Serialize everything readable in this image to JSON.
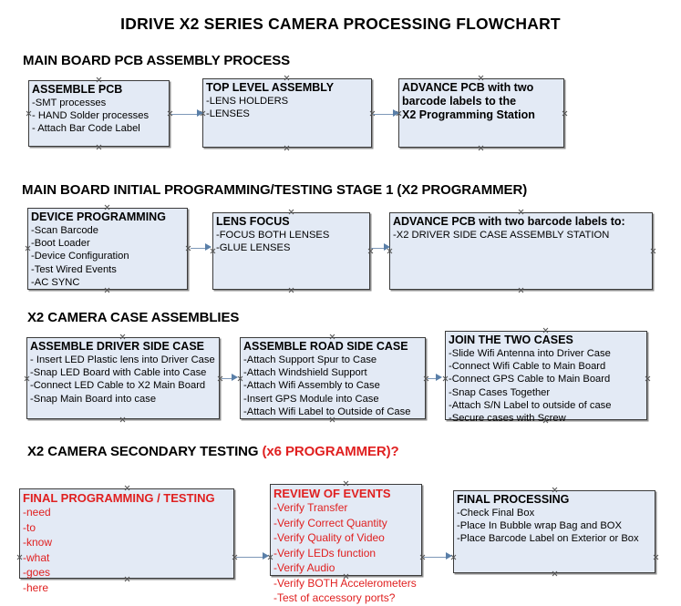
{
  "document": {
    "title": "IDRIVE X2  SERIES CAMERA PROCESSING FLOWCHART"
  },
  "sections": [
    {
      "heading": "MAIN BOARD PCB ASSEMBLY PROCESS",
      "heading_accent": "",
      "nodes": [
        {
          "title": "ASSEMBLE PCB",
          "lines": [
            " -SMT processes",
            "- HAND Solder processes",
            "- Attach Bar Code Label"
          ],
          "color": "blue"
        },
        {
          "title": "TOP LEVEL ASSEMBLY",
          "lines": [
            "-LENS HOLDERS",
            "-LENSES"
          ],
          "color": "blue"
        },
        {
          "title": "ADVANCE PCB with two",
          "lines": [
            "barcode labels to the",
            " X2 Programming Station"
          ],
          "color": "blue"
        }
      ]
    },
    {
      "heading": "MAIN BOARD INITIAL PROGRAMMING/TESTING STAGE 1 (X2 PROGRAMMER)",
      "heading_accent": "",
      "nodes": [
        {
          "title": "DEVICE PROGRAMMING",
          "lines": [
            "-Scan Barcode",
            "-Boot Loader",
            "-Device Configuration",
            "-Test Wired Events",
            "-AC SYNC"
          ],
          "color": "blue"
        },
        {
          "title": "LENS FOCUS",
          "lines": [
            "-FOCUS BOTH LENSES",
            "-GLUE LENSES"
          ],
          "color": "blue"
        },
        {
          "title": "ADVANCE PCB with two barcode labels to:",
          "lines": [
            "-X2 DRIVER  SIDE  CASE  ASSEMBLY STATION"
          ],
          "color": "blue"
        }
      ]
    },
    {
      "heading": "X2 CAMERA CASE ASSEMBLIES",
      "heading_accent": "",
      "nodes": [
        {
          "title": "ASSEMBLE DRIVER SIDE CASE",
          "lines": [
            "- Insert LED Plastic lens into Driver Case",
            "-Snap LED Board with Cable into Case",
            "-Connect LED Cable to X2 Main Board",
            "-Snap Main Board into case"
          ],
          "color": "blue"
        },
        {
          "title": "ASSEMBLE ROAD SIDE CASE",
          "lines": [
            "-Attach Support Spur to Case",
            "-Attach Windshield Support",
            "-Attach Wifi Assembly to Case",
            "-Insert GPS Module into Case",
            "-Attach Wifi Label to Outside of Case"
          ],
          "color": "blue"
        },
        {
          "title": "JOIN THE TWO CASES",
          "lines": [
            "-Slide Wifi Antenna into Driver Case",
            "-Connect Wifi Cable to Main Board",
            "-Connect GPS Cable to Main Board",
            "-Snap Cases Together",
            "-Attach S/N Label to outside of case",
            "-Secure cases with Screw"
          ],
          "color": "blue"
        }
      ]
    },
    {
      "heading": "X2 CAMERA SECONDARY TESTING ",
      "heading_accent": "(x6 PROGRAMMER)?",
      "nodes": [
        {
          "title": "FINAL PROGRAMMING / TESTING",
          "lines": [
            "-need",
            "-to",
            "-know",
            "-what",
            "-goes",
            "-here"
          ],
          "color": "red"
        },
        {
          "title": "REVIEW OF EVENTS",
          "lines": [
            "-Verify Transfer",
            "-Verify Correct Quantity",
            "-Verify Quality of Video",
            "-Verify LEDs function",
            "-Verify Audio",
            "-Verify BOTH Accelerometers",
            "-Test of accessory ports?"
          ],
          "color": "red"
        },
        {
          "title": "FINAL PROCESSING",
          "lines": [
            " -Check Final Box",
            "-Place In Bubble wrap Bag and BOX",
            "-Place Barcode Label on Exterior or Box"
          ],
          "color": "blue"
        }
      ]
    }
  ],
  "colors": {
    "node_fill": "#e3eaf5",
    "node_border": "#3b3b3b",
    "connector": "#7d98b8",
    "accent_red": "#e02020",
    "text": "#000000"
  }
}
